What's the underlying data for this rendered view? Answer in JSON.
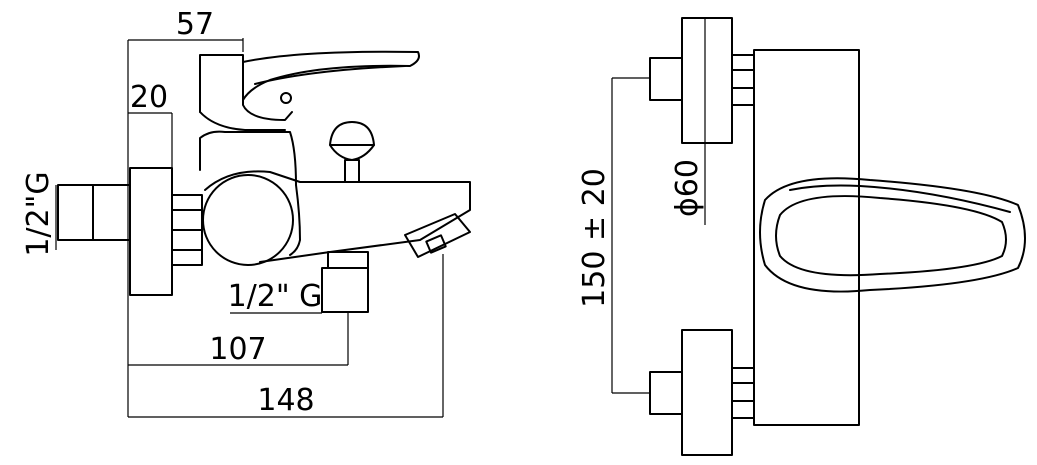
{
  "side_view": {
    "labels": {
      "width_top": "57",
      "flange_width": "20",
      "thread_left": "1/2\"G",
      "thread_bottom": "1/2\" G",
      "depth_outlet": "107",
      "depth_total": "148"
    }
  },
  "front_view": {
    "labels": {
      "center_distance": "150 ± 20",
      "flange_diameter": "ϕ60"
    }
  }
}
